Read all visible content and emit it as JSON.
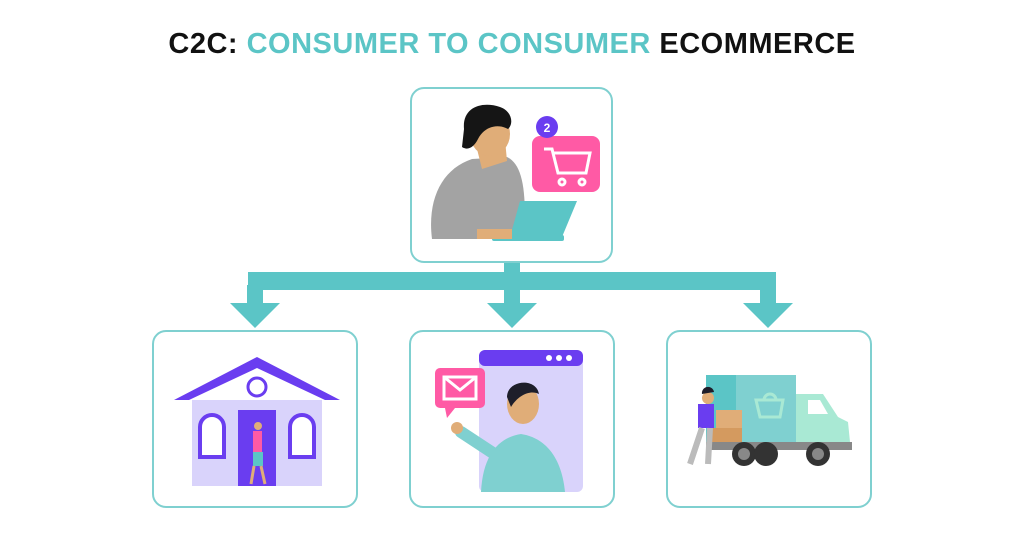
{
  "title": {
    "part1": "C2C: ",
    "part2": "CONSUMER TO CONSUMER",
    "part3": " ECOMMERCE"
  },
  "cart_badge": "2",
  "colors": {
    "teal": "#5bc5c6",
    "pink": "#ff5aa5",
    "purple": "#6a3df0",
    "lavender": "#d9d3fb",
    "mint": "#a9e9d4"
  }
}
